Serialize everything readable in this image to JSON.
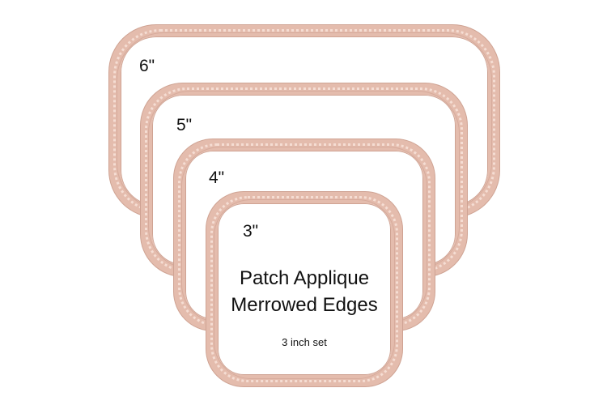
{
  "frames": [
    {
      "size_label": "6\"",
      "color": "#e4bcad"
    },
    {
      "size_label": "5\"",
      "color": "#e4bcad"
    },
    {
      "size_label": "4\"",
      "color": "#e4bcad"
    },
    {
      "size_label": "3\"",
      "color": "#e4bcad"
    }
  ],
  "title": {
    "line1": "Patch Applique",
    "line2": "Merrowed Edges"
  },
  "subtitle": "3 inch set"
}
